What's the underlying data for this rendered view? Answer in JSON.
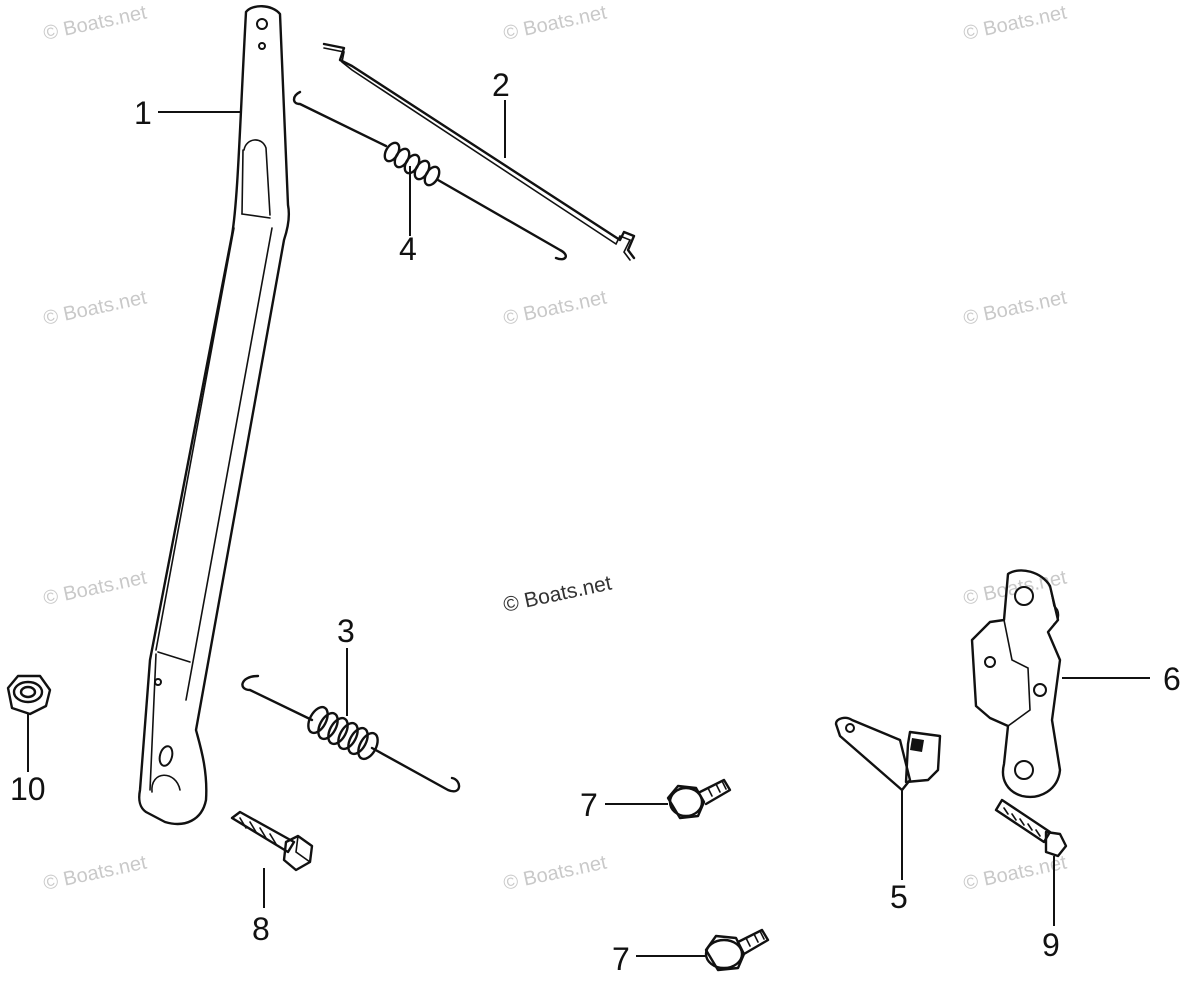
{
  "watermark_text": "© Boats.net",
  "callouts": {
    "c1": "1",
    "c2": "2",
    "c3": "3",
    "c4": "4",
    "c5": "5",
    "c6": "6",
    "c7a": "7",
    "c7b": "7",
    "c8": "8",
    "c9": "9",
    "c10": "10"
  },
  "parts": {
    "p1": "arm-bar",
    "p2": "rod",
    "p3": "tension-spring",
    "p4": "rod-with-spring",
    "p5": "angle-bracket",
    "p6": "mounting-bracket",
    "p7": "flange-bolt",
    "p8": "hex-bolt",
    "p9": "screw",
    "p10": "nut"
  },
  "colors": {
    "line": "#111111",
    "watermark": "#c9c9c9",
    "background": "#ffffff"
  }
}
